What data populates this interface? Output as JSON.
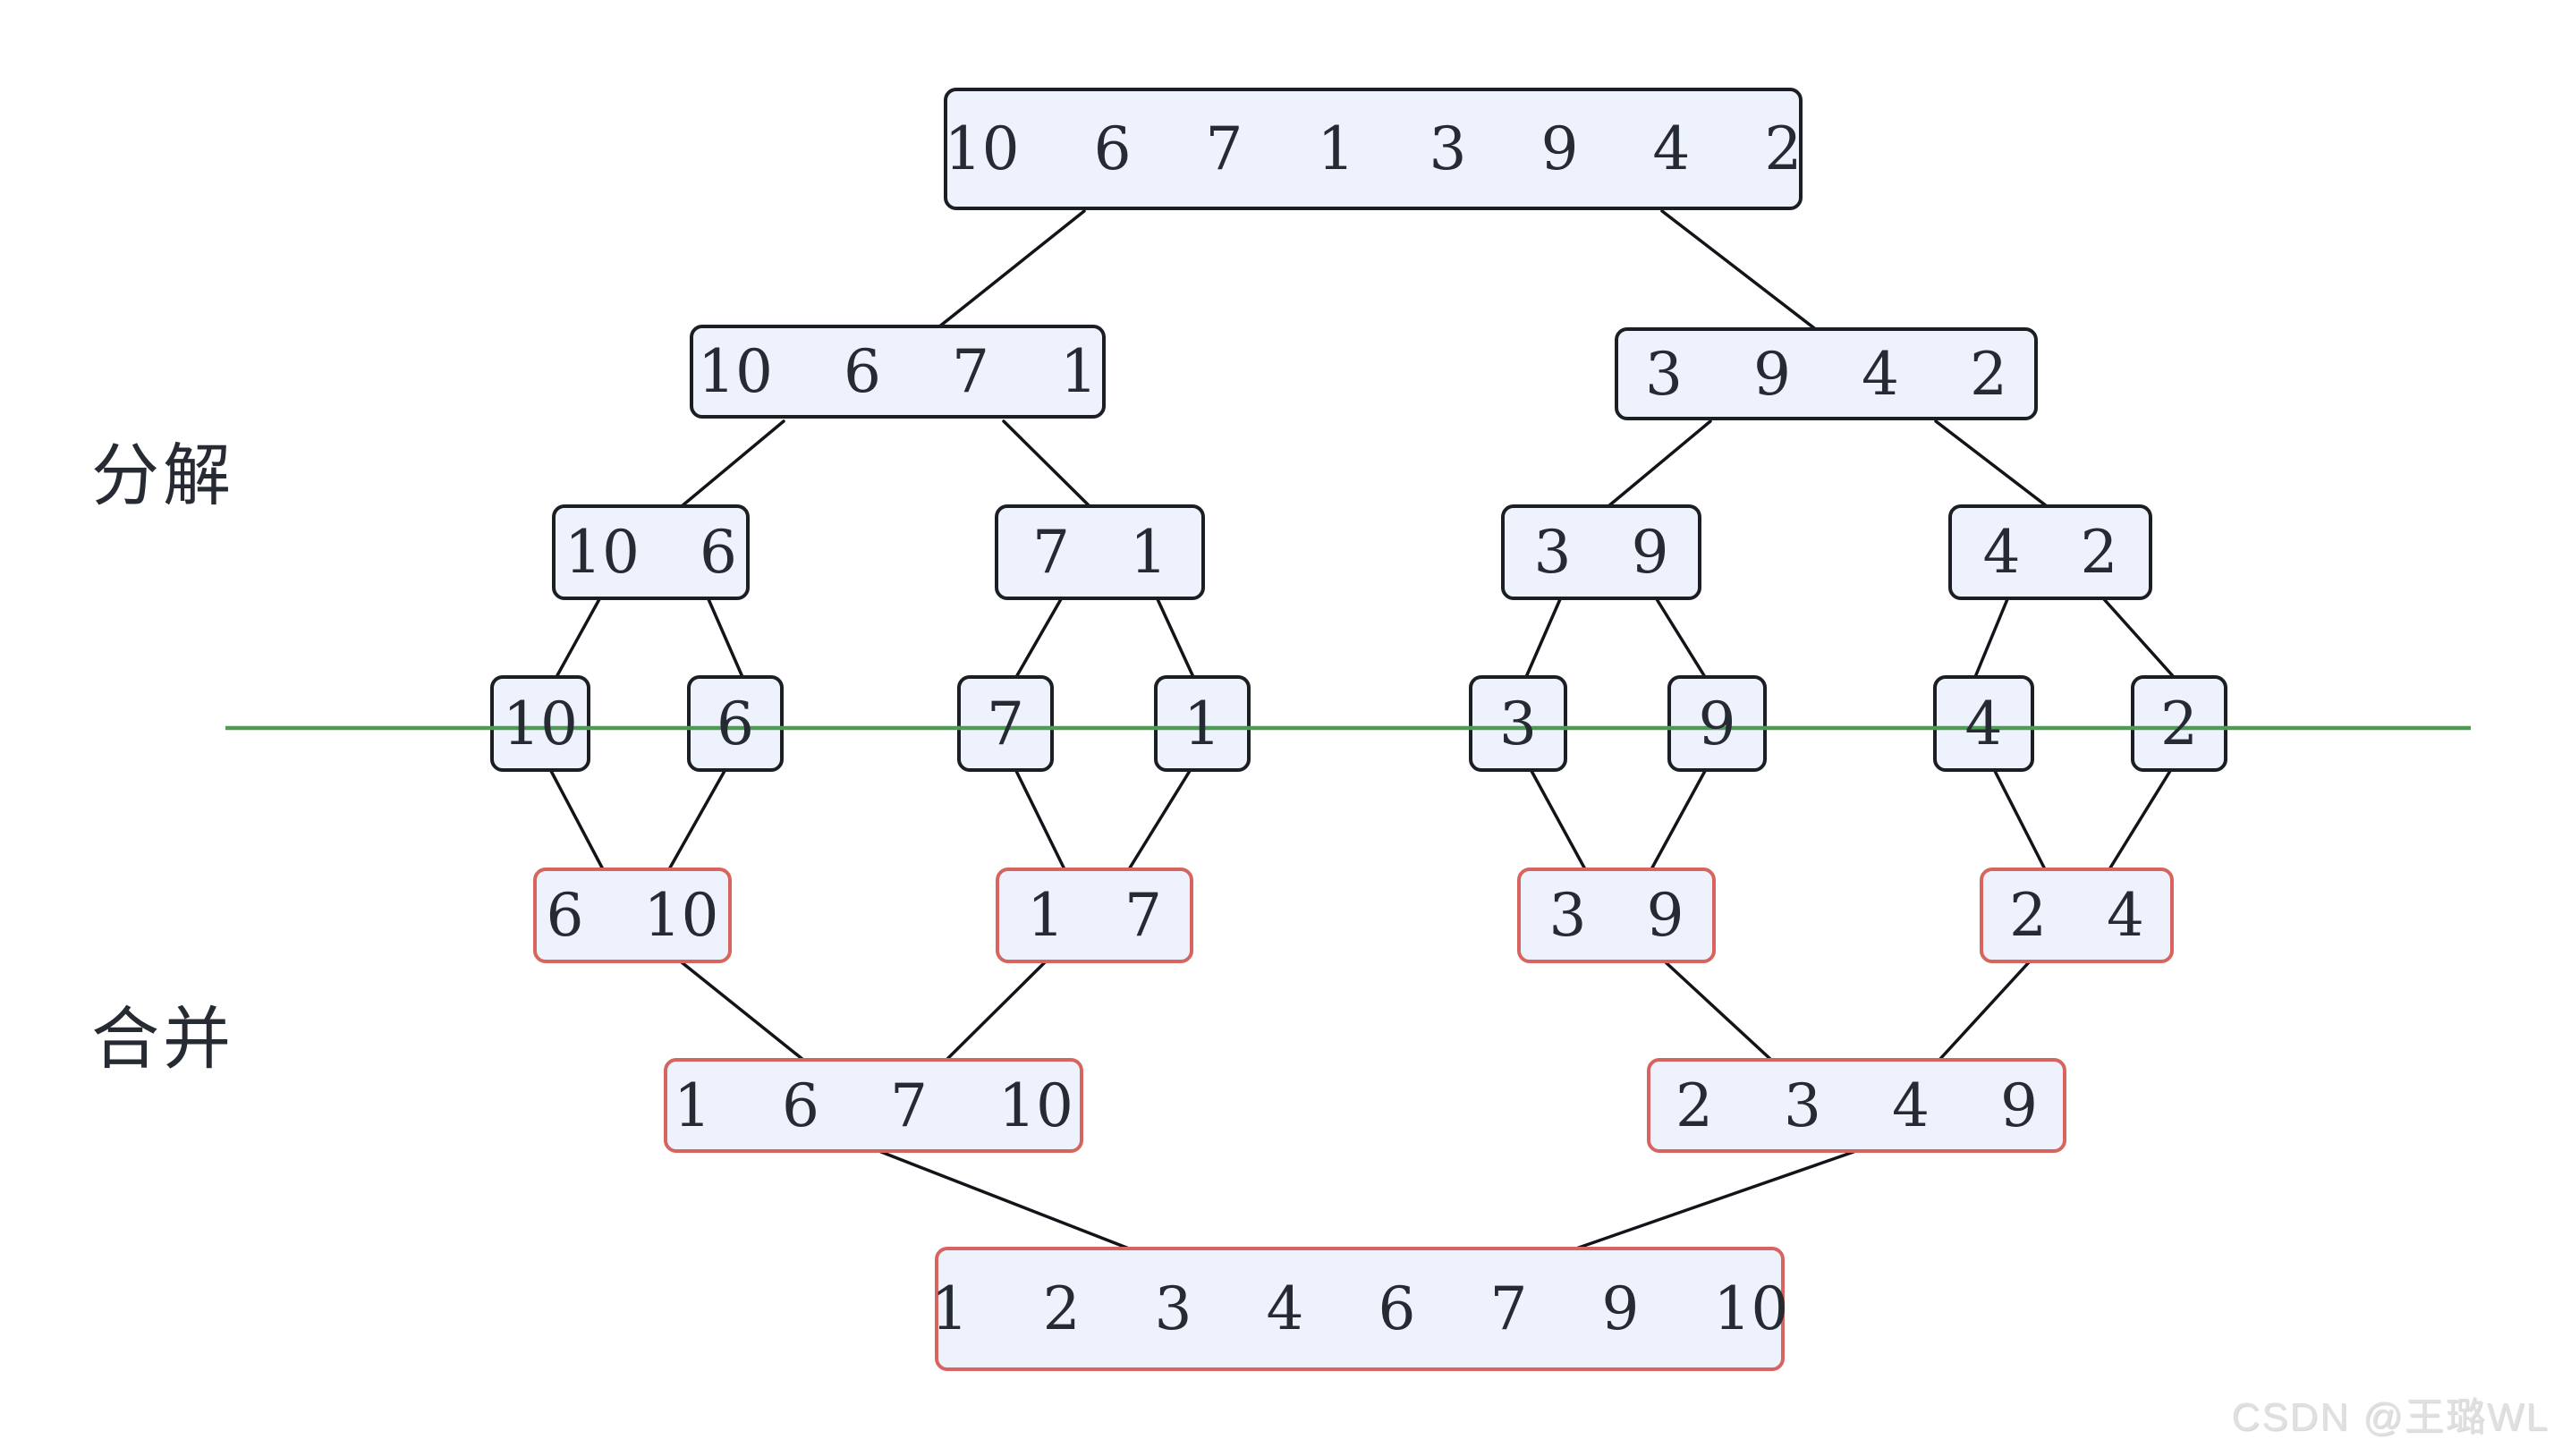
{
  "phase_labels": {
    "decompose": "分解",
    "merge": "合并"
  },
  "nodes": {
    "n0": "10 6 7 1 3 9 4 2",
    "n1": "10 6 7 1",
    "n2": "3 9 4 2",
    "n3": "10 6",
    "n4": "7 1",
    "n5": "3 9",
    "n6": "4 2",
    "s0": "10",
    "s1": "6",
    "s2": "7",
    "s3": "1",
    "s4": "3",
    "s5": "9",
    "s6": "4",
    "s7": "2",
    "m0": "6 10",
    "m1": "1 7",
    "m2": "3 9",
    "m3": "2 4",
    "m4": "1 6 7 10",
    "m5": "2 3 4 9",
    "m6": "1 2 3 4 6 7 9 10"
  },
  "watermark": "CSDN @王璐WL",
  "colors": {
    "box_fill": "#eef2fc",
    "split_border": "#1b1e23",
    "merge_border": "#d5655e",
    "divider_line": "#4f9b55",
    "connector": "#111418",
    "text": "#252a33",
    "watermark": "#e0e0e0"
  }
}
